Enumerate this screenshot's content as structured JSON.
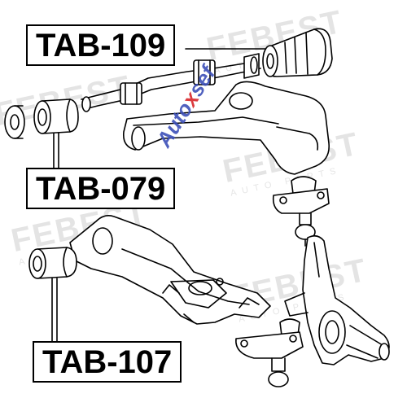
{
  "labels": {
    "top": "TAB-109",
    "middle": "TAB-079",
    "bottom": "TAB-107"
  },
  "watermark": {
    "text": "FEBEST",
    "subtext": "AUTO PARTS",
    "color": "#cfcfcf"
  },
  "stamp": {
    "prefix": "Auto",
    "accent": "x",
    "suffix": "sef",
    "colors": {
      "main": "#3c4fb8",
      "accent": "#d8262b"
    }
  }
}
